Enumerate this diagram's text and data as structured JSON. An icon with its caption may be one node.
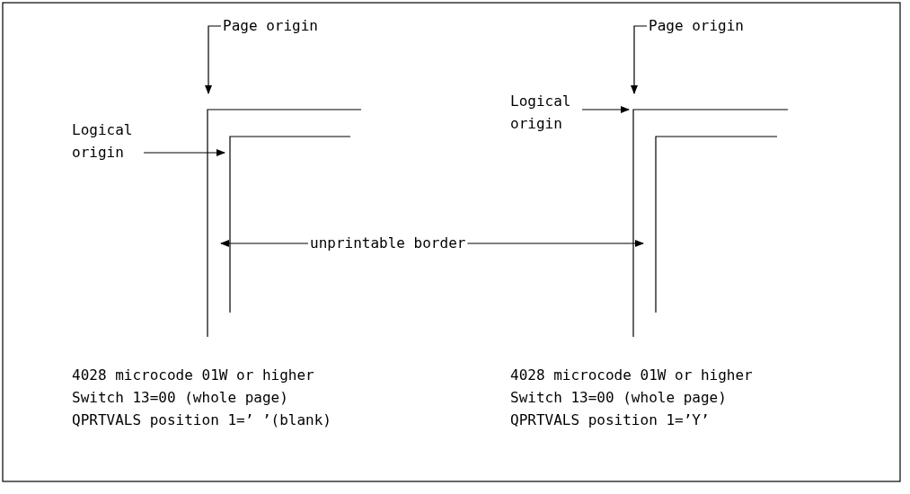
{
  "diagram": {
    "nodes": [
      {
        "text": [
          "Page origin"
        ]
      },
      {
        "text": [
          "Logical origin"
        ]
      },
      {
        "text": [
          "unprintable border"
        ]
      },
      {
        "text": [
          "Page origin"
        ]
      },
      {
        "text": [
          "Logical origin"
        ]
      }
    ],
    "edges": [
      {
        "from": 0,
        "to": null,
        "arrow": "to"
      },
      {
        "from": 1,
        "to": null,
        "arrow": "to"
      },
      {
        "from": 2,
        "to": null,
        "arrow": "to"
      },
      {
        "from": 2,
        "to": null,
        "arrow": "to"
      },
      {
        "from": 3,
        "to": null,
        "arrow": "to"
      },
      {
        "from": 4,
        "to": null,
        "arrow": "to"
      }
    ],
    "labels": [
      "4028 microcode 01W or higher",
      "4028 microcode 01W or higher",
      "Switch 13=00 (whole page)",
      "Switch 13=00 (whole page)",
      "QPRTVALS position 1=’ ’(blank)",
      "QPRTVALS position 1=’Y’"
    ]
  }
}
